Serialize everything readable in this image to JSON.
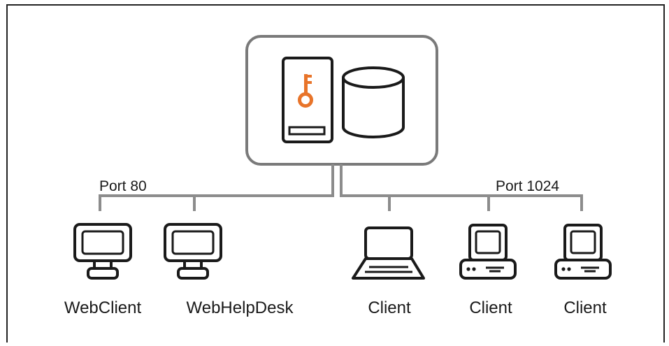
{
  "colors": {
    "accent": "#e8742a",
    "line": "#8c8c8c",
    "stroke": "#1a1a1a",
    "server_box": "#7a7a7a"
  },
  "server": {
    "icons": [
      "key-server-icon",
      "database-icon"
    ]
  },
  "ports": {
    "left": "Port 80",
    "right": "Port 1024"
  },
  "devices": [
    {
      "label": "WebClient",
      "icon": "monitor-icon"
    },
    {
      "label": "WebHelpDesk",
      "icon": "monitor-icon"
    },
    {
      "label": "Client",
      "icon": "laptop-icon"
    },
    {
      "label": "Client",
      "icon": "desktop-computer-icon"
    },
    {
      "label": "Client",
      "icon": "desktop-computer-icon"
    }
  ]
}
